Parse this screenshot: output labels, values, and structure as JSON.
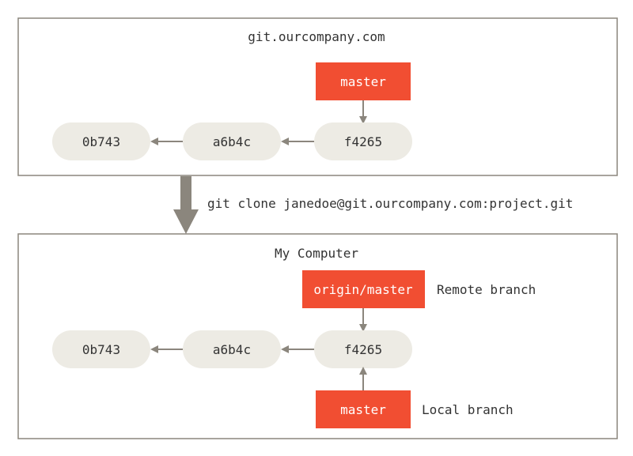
{
  "remote": {
    "title": "git.ourcompany.com",
    "branch": "master",
    "commits": [
      "0b743",
      "a6b4c",
      "f4265"
    ]
  },
  "clone_command": "git clone janedoe@git.ourcompany.com:project.git",
  "local": {
    "title": "My Computer",
    "remote_branch": "origin/master",
    "remote_branch_note": "Remote branch",
    "commits": [
      "0b743",
      "a6b4c",
      "f4265"
    ],
    "local_branch": "master",
    "local_branch_note": "Local branch"
  },
  "colors": {
    "branch_fill": "#f14e32",
    "branch_text": "#ffffff",
    "commit_fill": "#edebe4",
    "commit_text": "#333333",
    "arrow": "#8b867d",
    "box_border": "#8b867d",
    "text": "#333333"
  }
}
